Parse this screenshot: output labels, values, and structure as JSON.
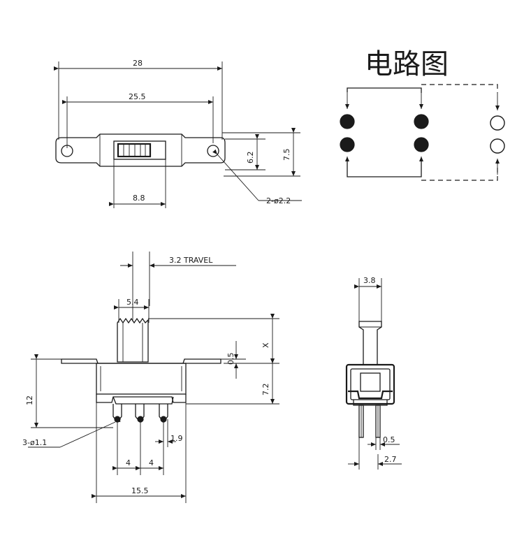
{
  "title": "电路图",
  "top_view": {
    "overall_length": "28",
    "hole_spacing": "25.5",
    "slot_width": "8.8",
    "body_height": "6.2",
    "flange_height": "7.5",
    "mount_holes": "2-ø2.2"
  },
  "front_view": {
    "travel": "3.2 TRAVEL",
    "actuator_width": "5.4",
    "actuator_height": "X",
    "flange_thickness": "0.5",
    "body_height": "7.2",
    "total_height": "12",
    "pin_holes": "3-ø1.1",
    "pin_pitch_left": "4",
    "pin_pitch_right": "4",
    "pin_offset": "1.9",
    "body_width": "15.5"
  },
  "side_view": {
    "actuator_width": "3.8",
    "pin_thickness": "0.5",
    "pin_spacing": "2.7"
  },
  "circuit": {
    "filled_dots": 4,
    "open_dots": 2
  }
}
